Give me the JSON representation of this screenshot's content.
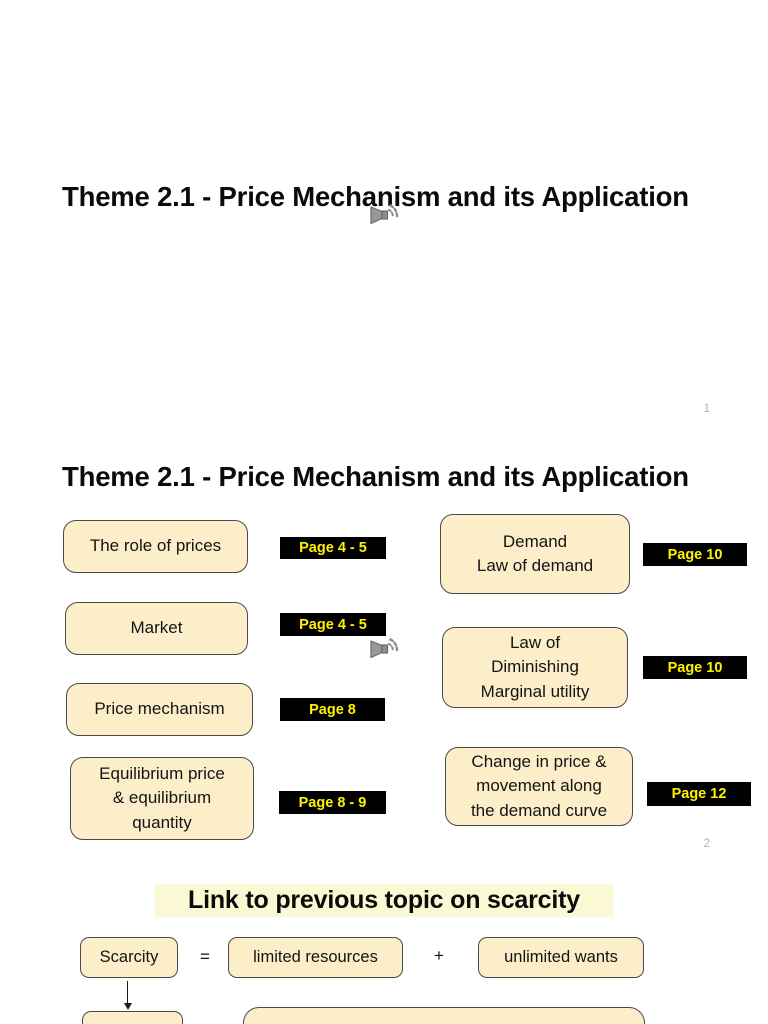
{
  "slide1": {
    "title": "Theme 2.1 - Price Mechanism and its Application",
    "page_number": "1"
  },
  "slide2": {
    "title": "Theme 2.1 - Price Mechanism and its Application",
    "page_number": "2",
    "left_items": [
      {
        "label": "The role of prices",
        "page": "Page 4 - 5"
      },
      {
        "label": "Market",
        "page": "Page 4 - 5"
      },
      {
        "label": "Price mechanism",
        "page": "Page 8"
      },
      {
        "label": "Equilibrium price\n& equilibrium\nquantity",
        "page": "Page 8 - 9"
      }
    ],
    "right_items": [
      {
        "label": "Demand\nLaw of demand",
        "page": "Page 10"
      },
      {
        "label": "Law of\nDiminishing\nMarginal utility",
        "page": "Page 10"
      },
      {
        "label": "Change in price &\nmovement along\nthe demand curve",
        "page": "Page 12"
      }
    ]
  },
  "slide3": {
    "title": "Link to previous topic on scarcity",
    "equation": {
      "term_scarcity": "Scarcity",
      "equals_sign": "=",
      "term_limited_resources": "limited resources",
      "plus_sign": "+",
      "term_unlimited_wants": "unlimited wants"
    }
  },
  "icons": {
    "audio": "speaker-with-sound-waves"
  },
  "colors": {
    "box-fill": "#FBEEC9",
    "box-border": "#4a4a4a",
    "label-bg": "#000000",
    "label-text": "#FFF200",
    "title-text": "#0b0b0b",
    "page-number": "#b1b1b1",
    "highlight-bg": "#FAF9D3"
  }
}
